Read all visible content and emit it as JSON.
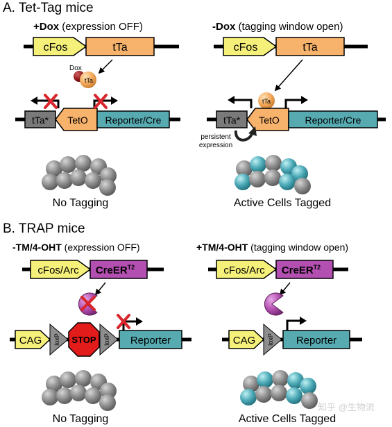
{
  "section_a": {
    "title": "A. Tet-Tag mice",
    "left_condition": {
      "bold": "+Dox",
      "note": " (expression OFF)"
    },
    "right_condition": {
      "bold": "-Dox",
      "note": " (tagging window open)"
    },
    "gene_cfos": "cFos",
    "gene_tta": "tTa",
    "dox_label": "Dox",
    "protein_tta": "tTa",
    "tta_star": "tTa*",
    "teto": "TetO",
    "reporter_cre": "Reporter/Cre",
    "persistent_line1": "persistent",
    "persistent_line2": "expression",
    "left_result": "No Tagging",
    "right_result": "Active Cells Tagged"
  },
  "section_b": {
    "title": "B. TRAP mice",
    "left_condition": {
      "bold": "-TM/4-OHT",
      "note": " (expression OFF)"
    },
    "right_condition": {
      "bold": "+TM/4-OHT",
      "note": " (tagging window open)"
    },
    "gene_promoter": "cFos/Arc",
    "gene_creer": "CreER",
    "creer_superscript": "T2",
    "cag": "CAG",
    "loxp": "loxP",
    "stop": "STOP",
    "reporter": "Reporter",
    "left_result": "No Tagging",
    "right_result": "Active Cells Tagged"
  },
  "watermark": "知乎 @生物流",
  "colors": {
    "promoter_yellow": "#f5f07a",
    "tta_orange": "#f7b26b",
    "reporter_teal": "#56aab0",
    "ttastar_gray": "#7a7a7a",
    "creer_purple": "#b24fb0",
    "stop_red": "#e21b1b",
    "x_red": "#d9262c",
    "cell_gray": "#8c8c8c",
    "cell_teal": "#4aa8b5"
  }
}
